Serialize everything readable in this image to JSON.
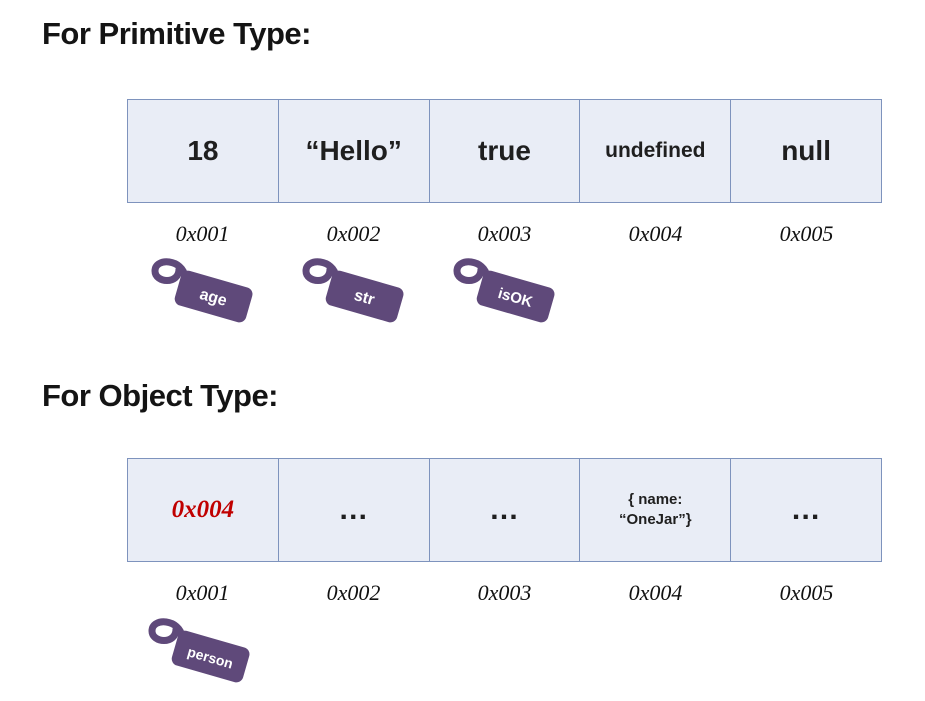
{
  "colors": {
    "tag_purple": "#5f497a",
    "table_fill": "#e9edf6",
    "table_border": "#7e93bd",
    "pointer_red": "#c00000",
    "title_text": "#141414"
  },
  "sections": [
    {
      "title": "For Primitive Type:",
      "cells": [
        "18",
        "“Hello”",
        "true",
        "undefined",
        "null"
      ],
      "addresses": [
        "0x001",
        "0x002",
        "0x003",
        "0x004",
        "0x005"
      ],
      "tags": [
        {
          "label": "age"
        },
        {
          "label": "str"
        },
        {
          "label": "isOK"
        }
      ]
    },
    {
      "title": "For Object Type:",
      "cells": [
        "0x004",
        "…",
        "…",
        "{ name: “OneJar”}",
        "…"
      ],
      "addresses": [
        "0x001",
        "0x002",
        "0x003",
        "0x004",
        "0x005"
      ],
      "tags": [
        {
          "label": "person"
        }
      ]
    }
  ]
}
